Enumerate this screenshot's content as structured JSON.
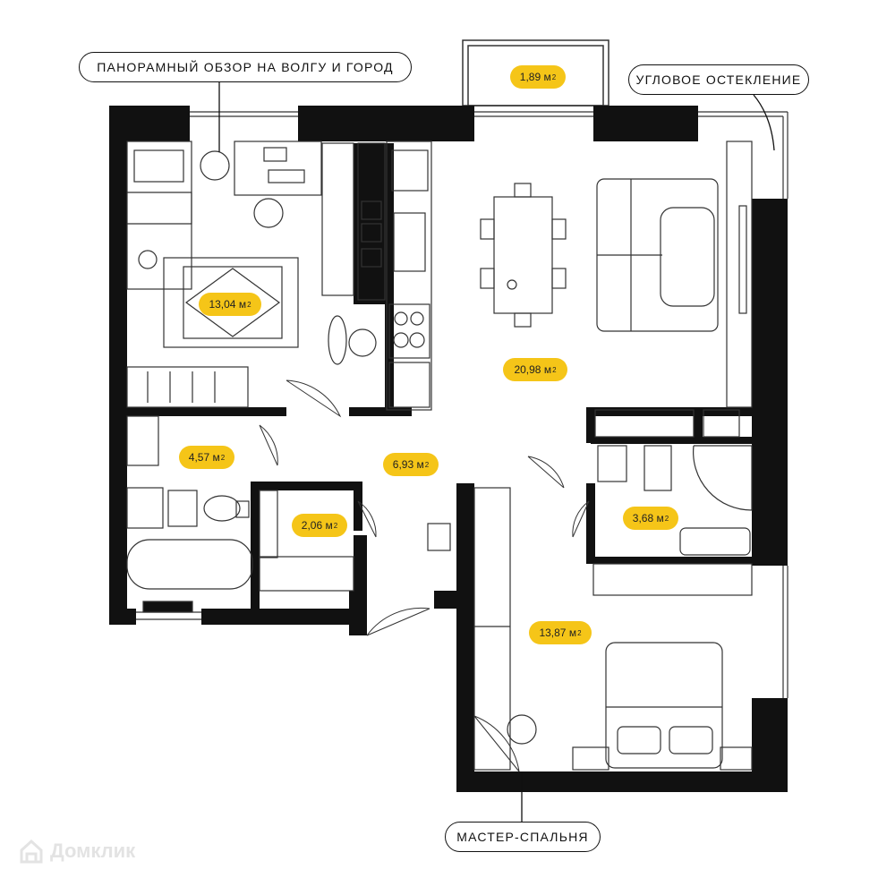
{
  "callouts": {
    "panorama": "ПАНОРАМНЫЙ ОБЗОР НА ВОЛГУ И ГОРОД",
    "corner_glazing": "УГЛОВОЕ ОСТЕКЛЕНИЕ",
    "master_bedroom": "МАСТЕР-СПАЛЬНЯ"
  },
  "unit_sup": "2",
  "rooms": {
    "balcony": "1,89 м",
    "kids_room": "13,04 м",
    "living_kitchen": "20,98 м",
    "bathroom": "4,57 м",
    "hall": "6,93 м",
    "storage": "2,06 м",
    "master_bath": "3,68 м",
    "bedroom": "13,87 м"
  },
  "brand": {
    "name": "Домклик",
    "icon": "house-logo-icon"
  },
  "colors": {
    "wall": "#111111",
    "area_badge": "#F5C518",
    "line": "#333333",
    "watermark": "#E3E3E3"
  }
}
